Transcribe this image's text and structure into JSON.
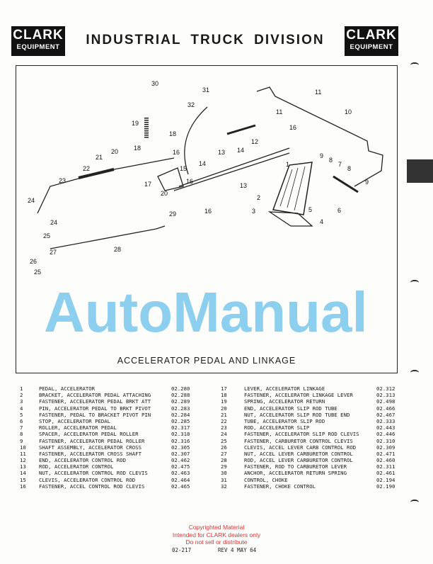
{
  "header": {
    "logo_brand": "CLARK",
    "logo_sub": "EQUIPMENT",
    "title": "INDUSTRIAL TRUCK DIVISION"
  },
  "figure": {
    "caption": "ACCELERATOR PEDAL AND LINKAGE",
    "callouts": [
      "30",
      "31",
      "32",
      "19",
      "18",
      "18",
      "20",
      "21",
      "22",
      "23",
      "16",
      "15",
      "14",
      "17",
      "20",
      "16",
      "13",
      "14",
      "13",
      "12",
      "16",
      "11",
      "11",
      "10",
      "9",
      "8",
      "7",
      "8",
      "9",
      "6",
      "1",
      "2",
      "3",
      "5",
      "4",
      "29",
      "24",
      "24",
      "25",
      "27",
      "28",
      "26",
      "25",
      "16"
    ]
  },
  "watermark": "AutoManual",
  "parts_left": [
    {
      "no": "1",
      "desc": "PEDAL, ACCELERATOR",
      "code": "02.280"
    },
    {
      "no": "2",
      "desc": "BRACKET, ACCELERATOR PEDAL ATTACHING",
      "code": "02.288"
    },
    {
      "no": "3",
      "desc": "FASTENER, ACCELERATOR PEDAL BRKT ATT",
      "code": "02.289"
    },
    {
      "no": "4",
      "desc": "PIN, ACCELERATOR PEDAL TO BRKT PIVOT",
      "code": "02.283"
    },
    {
      "no": "5",
      "desc": "FASTENER, PEDAL TO BRACKET PIVOT PIN",
      "code": "02.284"
    },
    {
      "no": "6",
      "desc": "STOP, ACCELERATOR PEDAL",
      "code": "02.285"
    },
    {
      "no": "7",
      "desc": "ROLLER, ACCELERATOR PEDAL",
      "code": "02.317"
    },
    {
      "no": "8",
      "desc": "SPACER, ACCELERATOR PEDAL ROLLER",
      "code": "02.318"
    },
    {
      "no": "9",
      "desc": "FASTENER, ACCELERATOR PEDAL ROLLER",
      "code": "02.316"
    },
    {
      "no": "10",
      "desc": "SHAFT ASSEMBLY, ACCELERATOR CROSS",
      "code": "02.305"
    },
    {
      "no": "11",
      "desc": "FASTENER, ACCELERATOR CROSS SHAFT",
      "code": "02.307"
    },
    {
      "no": "12",
      "desc": "END, ACCELERATOR CONTROL ROD",
      "code": "02.462"
    },
    {
      "no": "13",
      "desc": "ROD, ACCELERATOR CONTROL",
      "code": "02.475"
    },
    {
      "no": "14",
      "desc": "NUT, ACCELERATOR CONTROL ROD CLEVIS",
      "code": "02.463"
    },
    {
      "no": "15",
      "desc": "CLEVIS, ACCELERATOR CONTROL ROD",
      "code": "02.464"
    },
    {
      "no": "16",
      "desc": "FASTENER, ACCEL CONTROL ROD CLEVIS",
      "code": "02.465"
    }
  ],
  "parts_right": [
    {
      "no": "17",
      "desc": "LEVER, ACCELERATOR LINKAGE",
      "code": "02.312"
    },
    {
      "no": "18",
      "desc": "FASTENER, ACCELERATOR LINKAGE LEVER",
      "code": "02.313"
    },
    {
      "no": "19",
      "desc": "SPRING, ACCELERATOR RETURN",
      "code": "02.498"
    },
    {
      "no": "20",
      "desc": "END, ACCELERATOR SLIP ROD TUBE",
      "code": "02.466"
    },
    {
      "no": "21",
      "desc": "NUT, ACCELERATOR SLIP ROD TUBE END",
      "code": "02.467"
    },
    {
      "no": "22",
      "desc": "TUBE, ACCELERATOR SLIP ROD",
      "code": "02.333"
    },
    {
      "no": "23",
      "desc": "ROD, ACCELERATOR SLIP",
      "code": "02.443"
    },
    {
      "no": "24",
      "desc": "FASTENER, ACCELERATOR SLIP ROD CLEVIS",
      "code": "02.446"
    },
    {
      "no": "25",
      "desc": "FASTENER, CARBURETOR CONTROL CLEVIS",
      "code": "02.310"
    },
    {
      "no": "26",
      "desc": "CLEVIS, ACCEL LEVER CARB CONTROL ROD",
      "code": "02.309"
    },
    {
      "no": "27",
      "desc": "NUT, ACCEL LEVER CARBURETOR CONTROL",
      "code": "02.471"
    },
    {
      "no": "28",
      "desc": "ROD, ACCEL LEVER CARBURETOR CONTROL",
      "code": "02.460"
    },
    {
      "no": "29",
      "desc": "FASTENER, ROD TO CARBURETOR LEVER",
      "code": "02.311"
    },
    {
      "no": "30",
      "desc": "ANCHOR, ACCELERATOR RETURN SPRING",
      "code": "02.461"
    },
    {
      "no": "31",
      "desc": "CONTROL, CHOKE",
      "code": "02.194"
    },
    {
      "no": "32",
      "desc": "FASTENER, CHOKE CONTROL",
      "code": "02.190"
    }
  ],
  "footer": {
    "copyright": [
      "Copyrighted Material",
      "Intended for CLARK dealers only",
      "Do not sell or distribute"
    ],
    "doc_no": "02-217",
    "revision": "REV 4 MAY 64"
  }
}
